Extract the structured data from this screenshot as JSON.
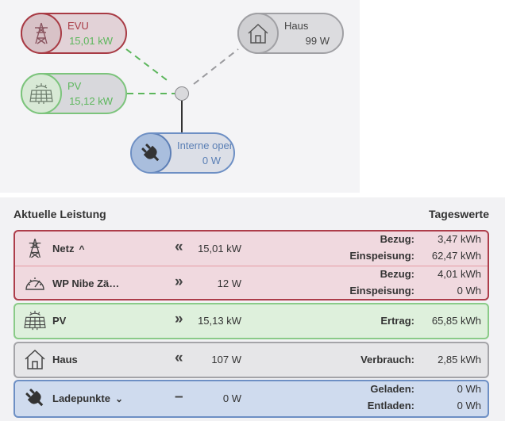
{
  "diagram": {
    "evu": {
      "label": "EVU",
      "value": "15,01 kW",
      "icon": "power-tower-icon"
    },
    "pv": {
      "label": "PV",
      "value": "15,12 kW",
      "icon": "solar-panel-icon"
    },
    "haus": {
      "label": "Haus",
      "value": "99 W",
      "icon": "house-icon"
    },
    "ladepunkt": {
      "label": "Interne open",
      "value": "0 W",
      "icon": "plug-icon"
    },
    "colors": {
      "evu": "#a83a44",
      "pv": "#5cb65c",
      "haus": "#a0a0a4",
      "ladepunkt": "#5a7fb5"
    }
  },
  "panel": {
    "title": "Aktuelle Leistung",
    "subtitle": "Tageswerte",
    "rows": [
      {
        "name": "Netz",
        "icon": "power-tower-icon",
        "chevron": "^",
        "arrow": "«",
        "power": "15,01 kW",
        "labels": [
          "Bezug:",
          "Einspeisung:"
        ],
        "values": [
          "3,47 kWh",
          "62,47 kWh"
        ]
      },
      {
        "name": "WP Nibe Zä…",
        "icon": "gauge-icon",
        "arrow": "»",
        "power": "12 W",
        "labels": [
          "Bezug:",
          "Einspeisung:"
        ],
        "values": [
          "4,01 kWh",
          "0 Wh"
        ]
      },
      {
        "name": "PV",
        "icon": "solar-panel-icon",
        "arrow": "»",
        "power": "15,13 kW",
        "labels": [
          "Ertrag:"
        ],
        "values": [
          "65,85 kWh"
        ]
      },
      {
        "name": "Haus",
        "icon": "house-icon",
        "arrow": "«",
        "power": "107 W",
        "labels": [
          "Verbrauch:"
        ],
        "values": [
          "2,85 kWh"
        ]
      },
      {
        "name": "Ladepunkte",
        "icon": "plug-icon",
        "chevron": "⌄",
        "arrow": "–",
        "power": "0 W",
        "labels": [
          "Geladen:",
          "Entladen:"
        ],
        "values": [
          "0 Wh",
          "0 Wh"
        ]
      }
    ]
  }
}
